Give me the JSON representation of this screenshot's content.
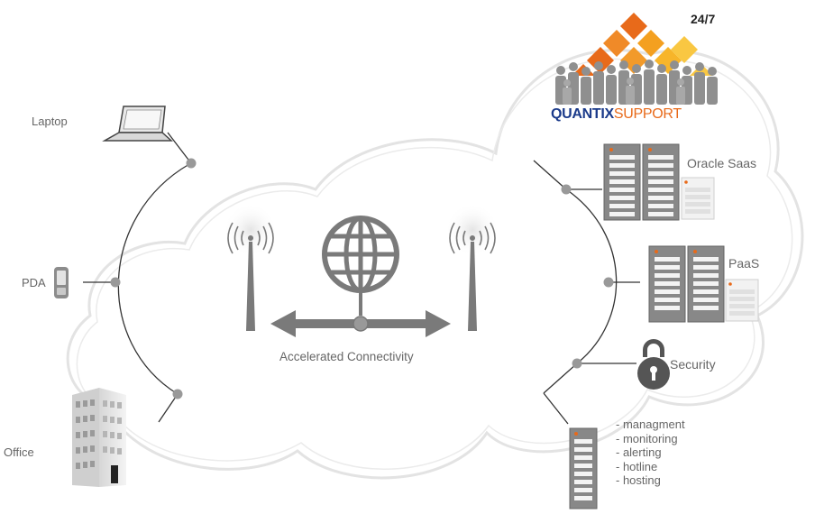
{
  "brand": {
    "badge": "24/7",
    "name_part1": "QUANTIX",
    "name_part2": "SUPPORT"
  },
  "devices": {
    "laptop": "Laptop",
    "pda": "PDA",
    "office": "Office"
  },
  "center": {
    "caption": "Accelerated Connectivity"
  },
  "services": {
    "oracle": "Oracle Saas",
    "paas": "PaaS",
    "security": "Security",
    "features": [
      "- managment",
      "- monitoring",
      "- alerting",
      "- hotline",
      "- hosting"
    ]
  },
  "colors": {
    "cloud_stroke": "#e3e3e3",
    "line": "#333333",
    "node": "#999999",
    "icon_gray": "#7a7a7a",
    "server_dark": "#888888",
    "accent_orange": "#e86a1a",
    "brand_blue": "#1a3a8a"
  },
  "icons": [
    "laptop-icon",
    "pda-icon",
    "office-building-icon",
    "antenna-icon",
    "globe-icon",
    "server-icon",
    "lock-icon",
    "people-silhouette-icon",
    "diamond-logo-icon"
  ]
}
